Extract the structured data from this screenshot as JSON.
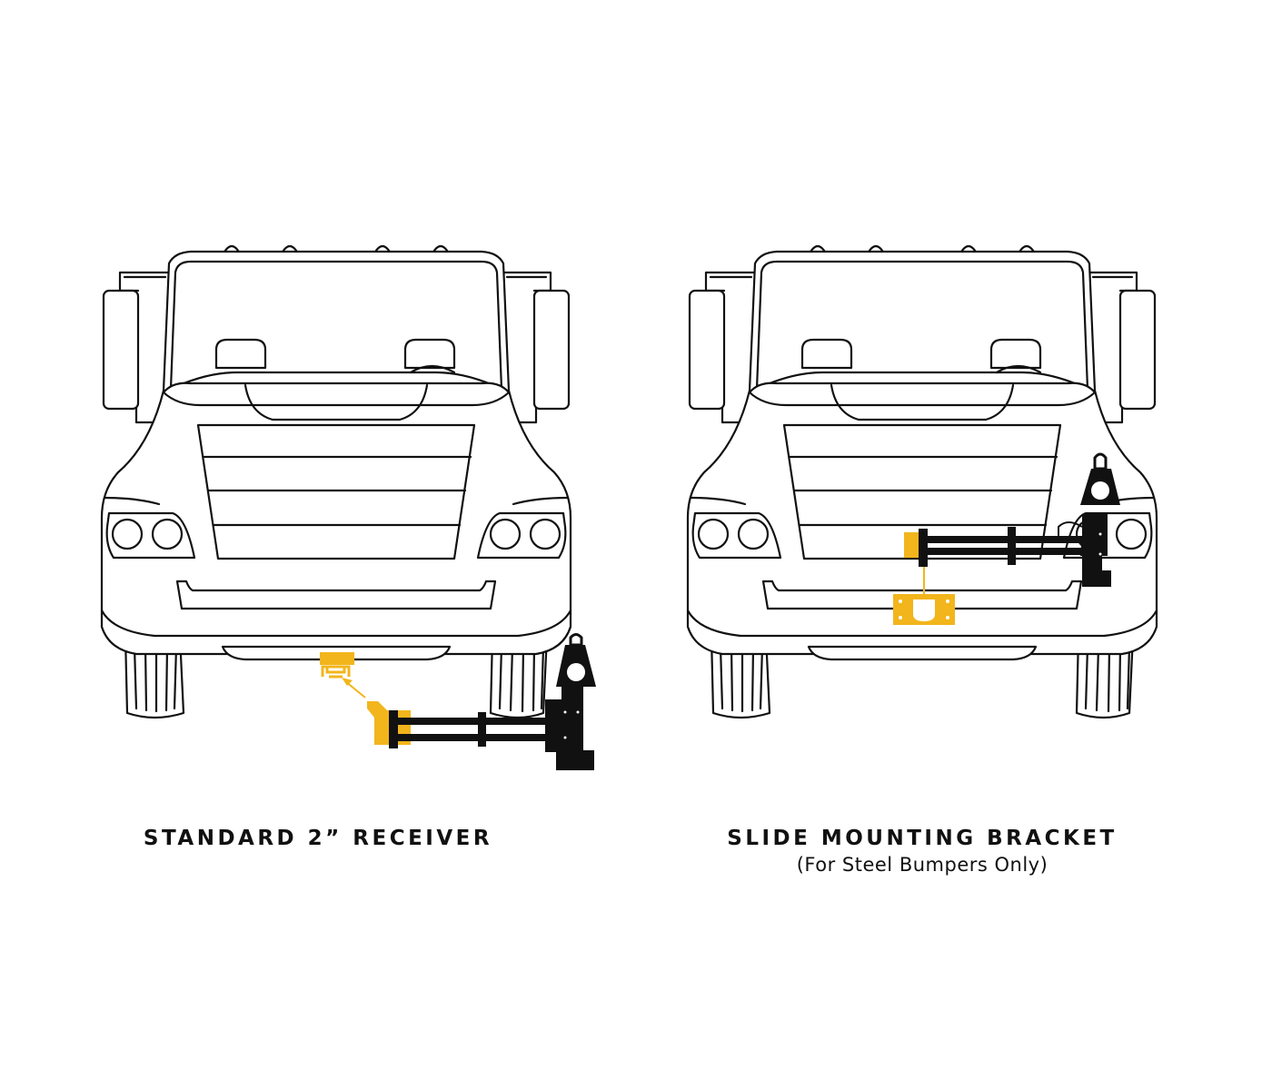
{
  "colors": {
    "outline": "#111111",
    "accent": "#F2B51C",
    "background": "#FFFFFF"
  },
  "panels": [
    {
      "title": "STANDARD 2” RECEIVER",
      "subtitle": ""
    },
    {
      "title": "SLIDE MOUNTING BRACKET",
      "subtitle": "(For Steel Bumpers Only)"
    }
  ]
}
